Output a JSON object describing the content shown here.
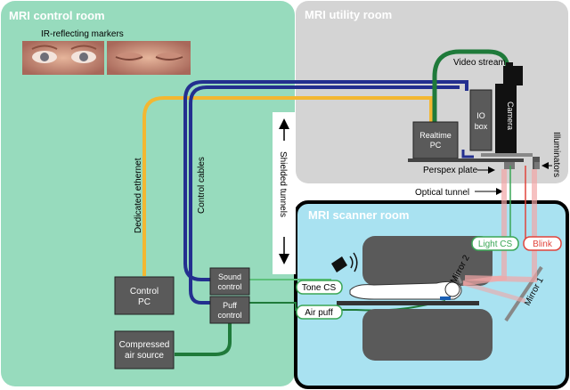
{
  "rooms": {
    "control_room": "MRI control room",
    "utility_room": "MRI utility room",
    "scanner_room": "MRI scanner room"
  },
  "markers_caption": "IR-reflecting markers",
  "boxes": {
    "realtime_pc": [
      "Realtime",
      "PC"
    ],
    "io_box": [
      "IO",
      "box"
    ],
    "camera": "Camera",
    "control_pc": [
      "Control",
      "PC"
    ],
    "compressed_air": [
      "Compressed",
      "air source"
    ],
    "sound_control": [
      "Sound",
      "control"
    ],
    "puff_control": [
      "Puff",
      "control"
    ]
  },
  "labels": {
    "video_stream": "Video stream",
    "dedicated_ethernet": "Dedicated ethernet",
    "control_cables": "Control cables",
    "shielded_tunnels": "Shielded tunnels",
    "perspex_plate": "Perspex plate",
    "illuminators": "Illuminators",
    "optical_tunnel": "Optical tunnel",
    "mirror_1": "Mirror 1",
    "mirror_2": "Mirror 2"
  },
  "tags": {
    "light_cs": "Light CS",
    "blink": "Blink",
    "tone_cs": "Tone CS",
    "air_puff": "Air puff"
  },
  "colors": {
    "control_room": "#97dbbd",
    "utility_room": "#d4d4d4",
    "scanner_room": "#a9e2f1",
    "ethernet": "#f3b731",
    "control_cable": "#232f8f",
    "video_cable": "#1f7a3a",
    "tone_line": "#5cc07a",
    "light_cs": "#3aa655",
    "blink": "#e0443c",
    "box_fill": "#5a5a5a"
  }
}
